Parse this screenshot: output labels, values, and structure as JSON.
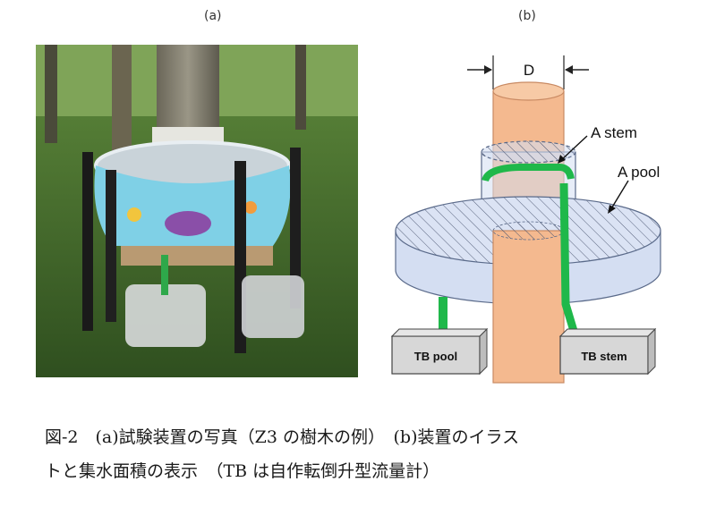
{
  "panel_a": {
    "label": "(a)"
  },
  "panel_b": {
    "label": "(b)",
    "dimension_label": "D",
    "stem_area_label": "A stem",
    "pool_area_label": "A pool",
    "tb_pool_label": "TB pool",
    "tb_stem_label": "TB stem"
  },
  "caption": {
    "line1": "図-2　(a)試験装置の写真（Z3 の樹木の例）　(b)装置のイラス",
    "line2": "トと集水面積の表示　（TB は自作転倒升型流量計）"
  },
  "colors": {
    "trunk_fill": "#f4b98f",
    "trunk_stroke": "#c98a63",
    "pool_fill": "#d4def2",
    "pool_stroke": "#5a6a8a",
    "pipe_green": "#1fb84a",
    "tb_fill": "#d7d7d7"
  }
}
